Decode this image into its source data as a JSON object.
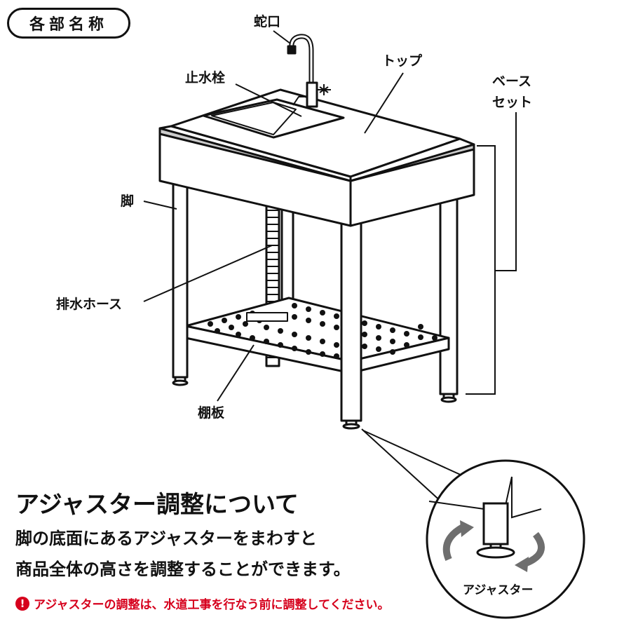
{
  "header": {
    "badge_text": "各部名称"
  },
  "parts": {
    "faucet": "蛇口",
    "stopcock": "止水栓",
    "top": "トップ",
    "base_line1": "ベース",
    "base_line2": "セット",
    "leg": "脚",
    "drain_hose": "排水ホース",
    "shelf": "棚板"
  },
  "adjuster_section": {
    "title": "アジャスター調整について",
    "line1": "脚の底面にあるアジャスターをまわすと",
    "line2": "商品全体の高さを調整することができます。",
    "warning_icon": "!",
    "warning": "アジャスターの調整は、水道工事を行なう前に調整してください。",
    "detail_label": "アジャスター"
  },
  "colors": {
    "outline": "#111111",
    "warning": "#d6001c",
    "rim": "#cccccc",
    "arrow": "#6e6e6e"
  },
  "icons": {
    "warning": "exclamation-circle-icon",
    "rotate": "rotate-arrow-icon"
  }
}
